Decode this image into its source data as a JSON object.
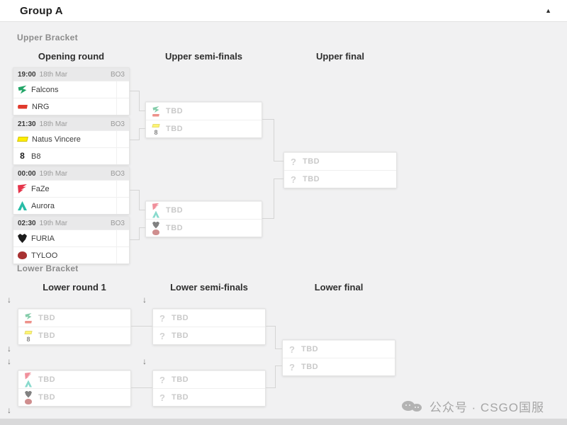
{
  "header": {
    "title": "Group A",
    "collapse_icon": "▲"
  },
  "labels": {
    "question_mark": "?",
    "drop_arrow": "↓"
  },
  "upper_bracket": {
    "label": "Upper Bracket",
    "columns": [
      "Opening round",
      "Upper semi-finals",
      "Upper final"
    ],
    "matches": [
      {
        "time": "19:00",
        "date": "18th Mar",
        "format": "BO3",
        "teams": [
          {
            "name": "Falcons"
          },
          {
            "name": "NRG"
          }
        ]
      },
      {
        "time": "21:30",
        "date": "18th Mar",
        "format": "BO3",
        "teams": [
          {
            "name": "Natus Vincere"
          },
          {
            "name": "B8"
          }
        ]
      },
      {
        "time": "00:00",
        "date": "19th Mar",
        "format": "BO3",
        "teams": [
          {
            "name": "FaZe"
          },
          {
            "name": "Aurora"
          }
        ]
      },
      {
        "time": "02:30",
        "date": "19th Mar",
        "format": "BO3",
        "teams": [
          {
            "name": "FURIA"
          },
          {
            "name": "TYLOO"
          }
        ]
      }
    ],
    "semi_finals": [
      {
        "slots": [
          {
            "label": "TBD",
            "candidates": [
              "Falcons",
              "NRG"
            ]
          },
          {
            "label": "TBD",
            "candidates": [
              "Natus Vincere",
              "B8"
            ]
          }
        ]
      },
      {
        "slots": [
          {
            "label": "TBD",
            "candidates": [
              "FaZe",
              "Aurora"
            ]
          },
          {
            "label": "TBD",
            "candidates": [
              "FURIA",
              "TYLOO"
            ]
          }
        ]
      }
    ],
    "final": {
      "slots": [
        {
          "label": "TBD"
        },
        {
          "label": "TBD"
        }
      ]
    }
  },
  "lower_bracket": {
    "label": "Lower Bracket",
    "columns": [
      "Lower round 1",
      "Lower semi-finals",
      "Lower final"
    ],
    "round1": [
      {
        "slots": [
          {
            "label": "TBD",
            "candidates": [
              "Falcons",
              "NRG"
            ]
          },
          {
            "label": "TBD",
            "candidates": [
              "Natus Vincere",
              "B8"
            ]
          }
        ]
      },
      {
        "slots": [
          {
            "label": "TBD",
            "candidates": [
              "FaZe",
              "Aurora"
            ]
          },
          {
            "label": "TBD",
            "candidates": [
              "FURIA",
              "TYLOO"
            ]
          }
        ]
      }
    ],
    "semi_finals": [
      {
        "slots": [
          {
            "label": "TBD"
          },
          {
            "label": "TBD"
          }
        ]
      },
      {
        "slots": [
          {
            "label": "TBD"
          },
          {
            "label": "TBD"
          }
        ]
      }
    ],
    "final": {
      "slots": [
        {
          "label": "TBD"
        },
        {
          "label": "TBD"
        }
      ]
    }
  },
  "watermark": {
    "text": "公众号 · CSGO国服"
  },
  "team_colors": {
    "falcons": "#22a567",
    "nrg": "#e0392c",
    "navi": "#ffee00",
    "b8": "#1d1d1d",
    "faze": "#e5344a",
    "aurora": "#28bca6",
    "furia": "#1b1b1b",
    "tyloo": "#a83232"
  }
}
